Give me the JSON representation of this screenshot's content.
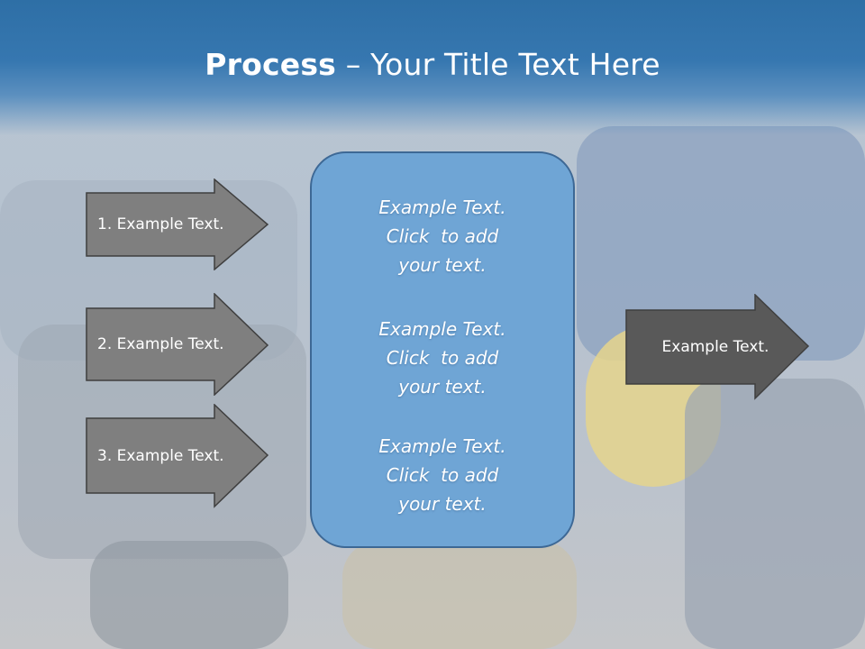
{
  "title": {
    "bold": "Process",
    "rest": " – Your Title Text Here"
  },
  "left_arrows": [
    {
      "label": "1. Example Text."
    },
    {
      "label": "2. Example Text."
    },
    {
      "label": "3. Example Text."
    }
  ],
  "center_box": {
    "items": [
      {
        "line1": "Example Text.",
        "line2": "Click  to add",
        "line3": "your text."
      },
      {
        "line1": "Example Text.",
        "line2": "Click  to add",
        "line3": "your text."
      },
      {
        "line1": "Example Text.",
        "line2": "Click  to add",
        "line3": "your text."
      }
    ]
  },
  "right_arrow": {
    "label": "Example Text."
  },
  "colors": {
    "header": "#3677b0",
    "arrow_fill": "#7f7f7f",
    "arrow_fill_dark": "#595959",
    "box_fill": "#6fa5d5",
    "box_border": "#3d6895"
  }
}
